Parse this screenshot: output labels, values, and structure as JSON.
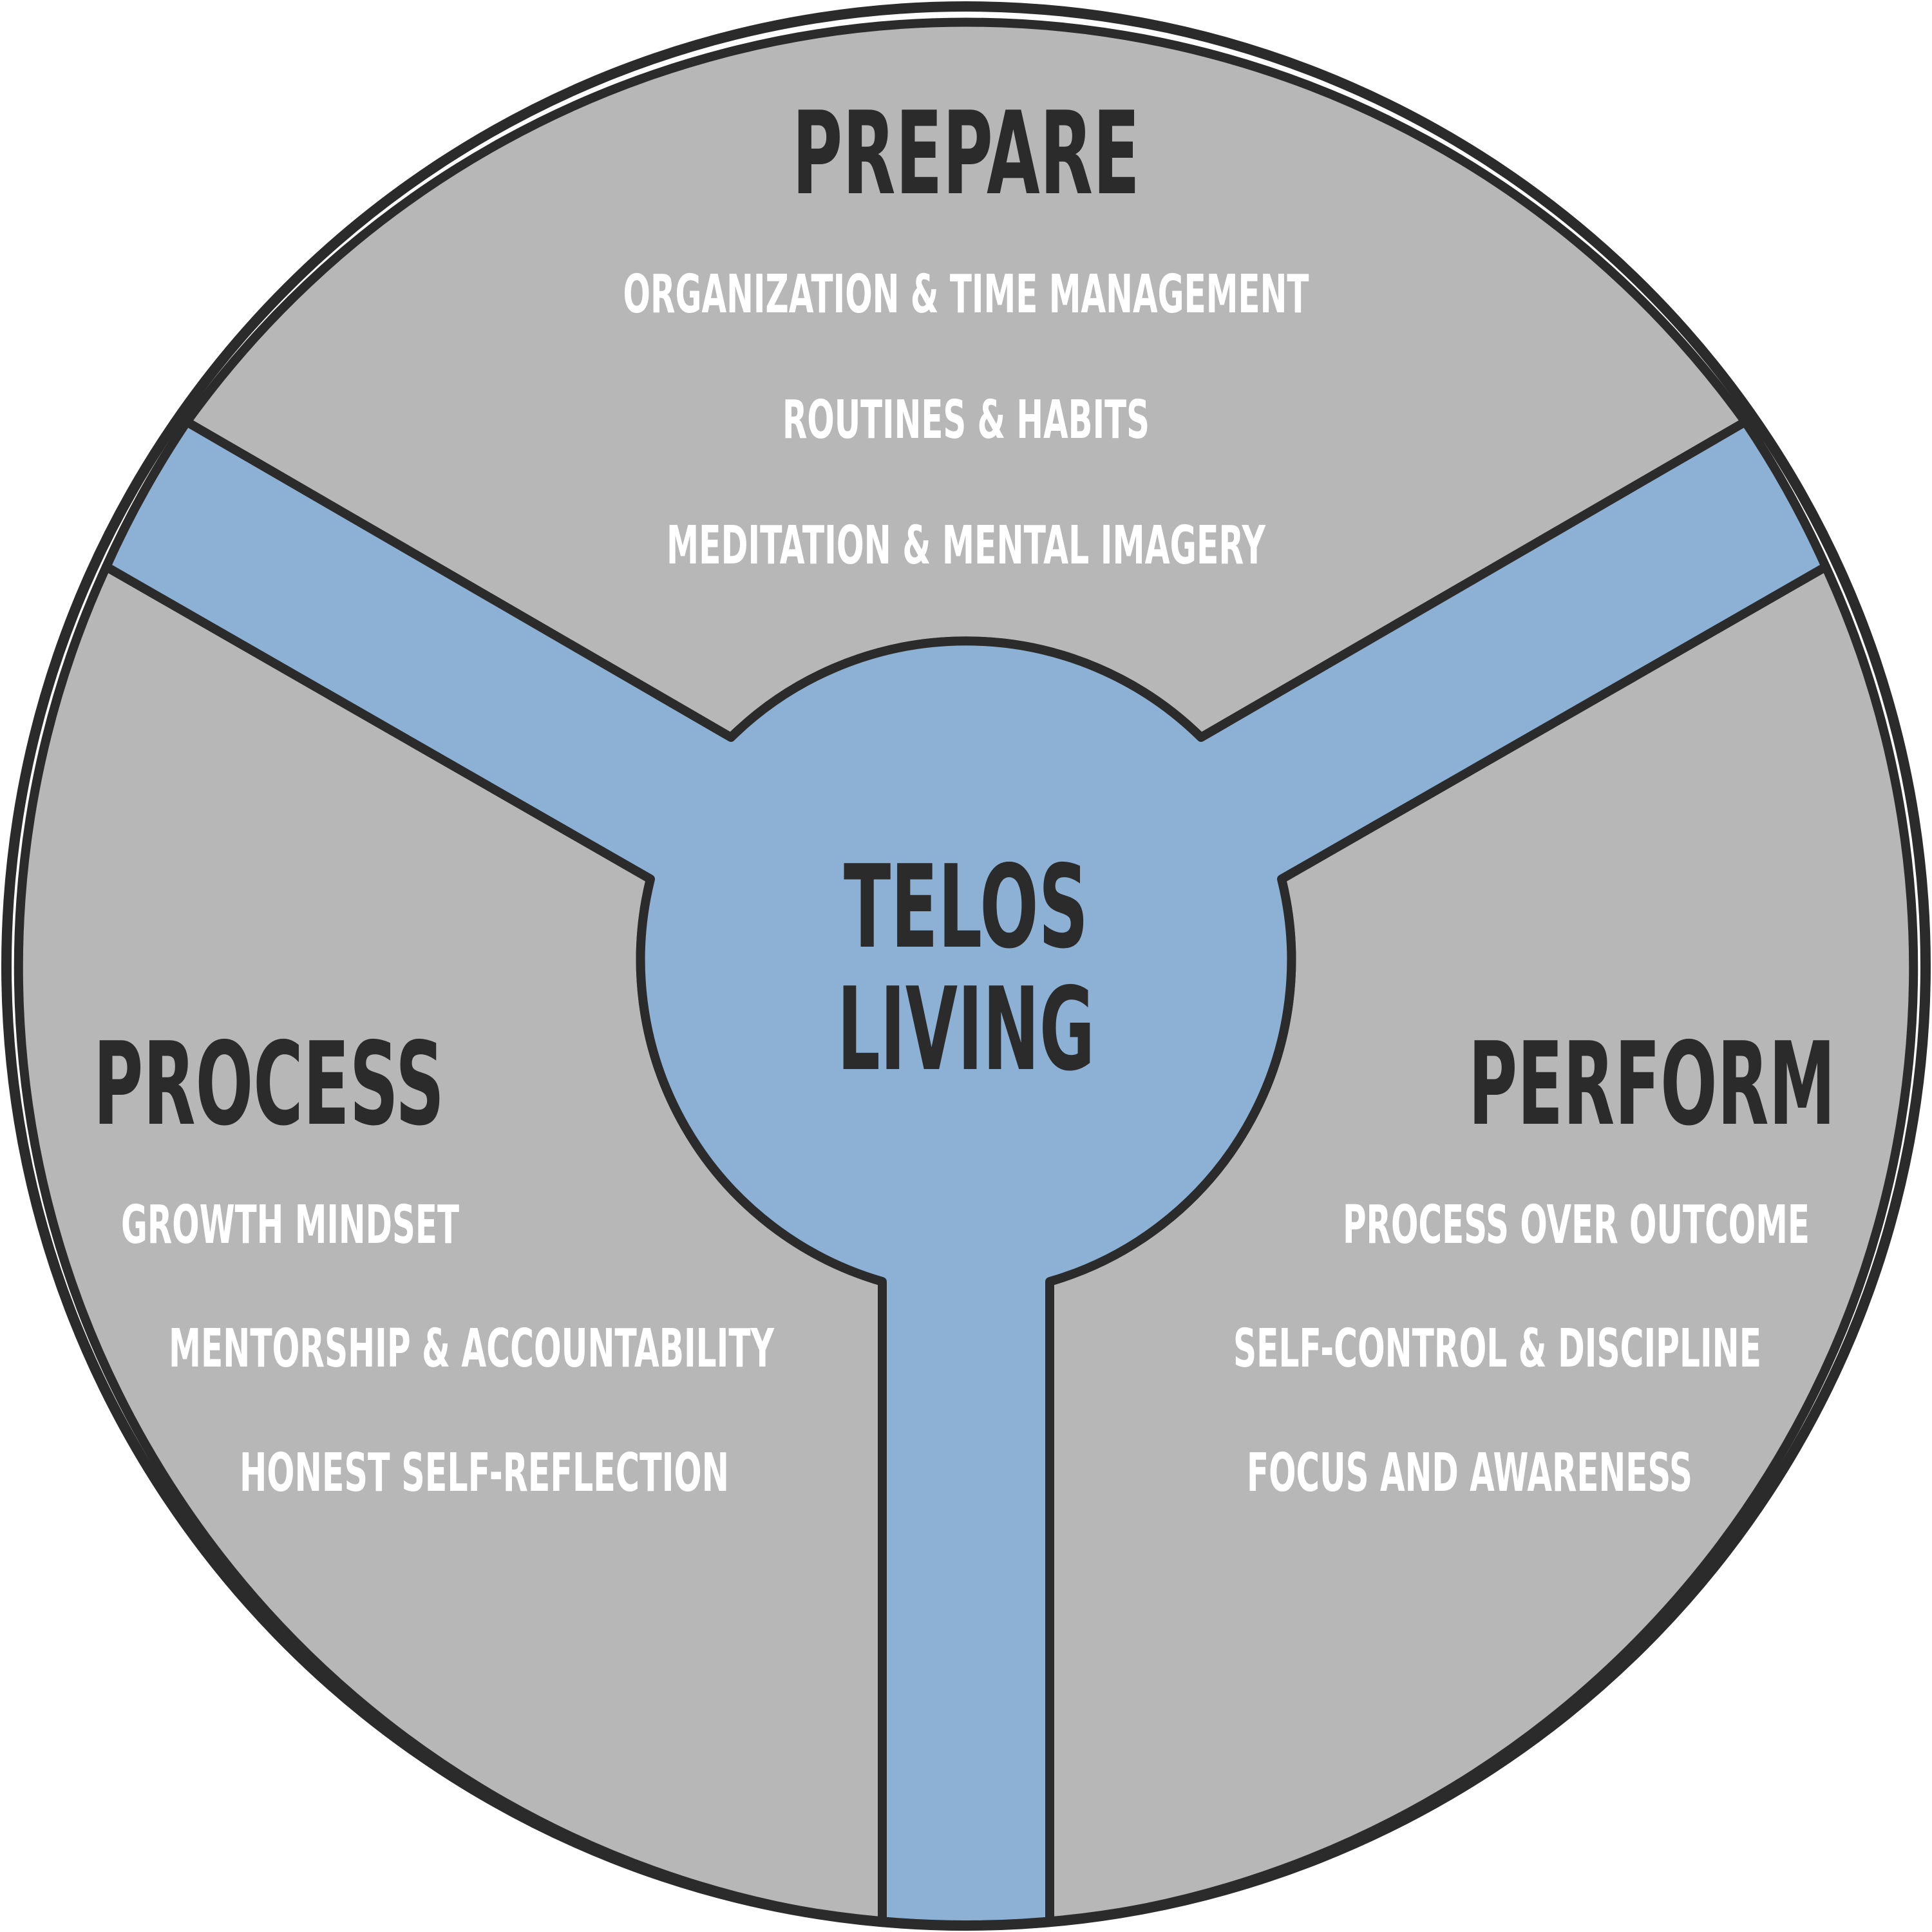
{
  "center": {
    "line1": "TELOS",
    "line2": "LIVING"
  },
  "sections": {
    "prepare": {
      "title": "PREPARE",
      "items": [
        "ORGANIZATION & TIME MANAGEMENT",
        "ROUTINES & HABITS",
        "MEDITATION & MENTAL IMAGERY"
      ]
    },
    "process": {
      "title": "PROCESS",
      "items": [
        "GROWTH MINDSET",
        "MENTORSHIP & ACCOUNTABILITY",
        "HONEST SELF-REFLECTION"
      ]
    },
    "perform": {
      "title": "PERFORM",
      "items": [
        "PROCESS OVER OUTCOME",
        "SELF-CONTROL & DISCIPLINE",
        "FOCUS AND AWARENESS"
      ]
    }
  },
  "colors": {
    "segment_fill": "#b7b7b7",
    "spoke_fill": "#8db1d5",
    "outline": "#2b2b2b",
    "item_text": "#ffffff",
    "heading_text": "#2b2b2b"
  }
}
